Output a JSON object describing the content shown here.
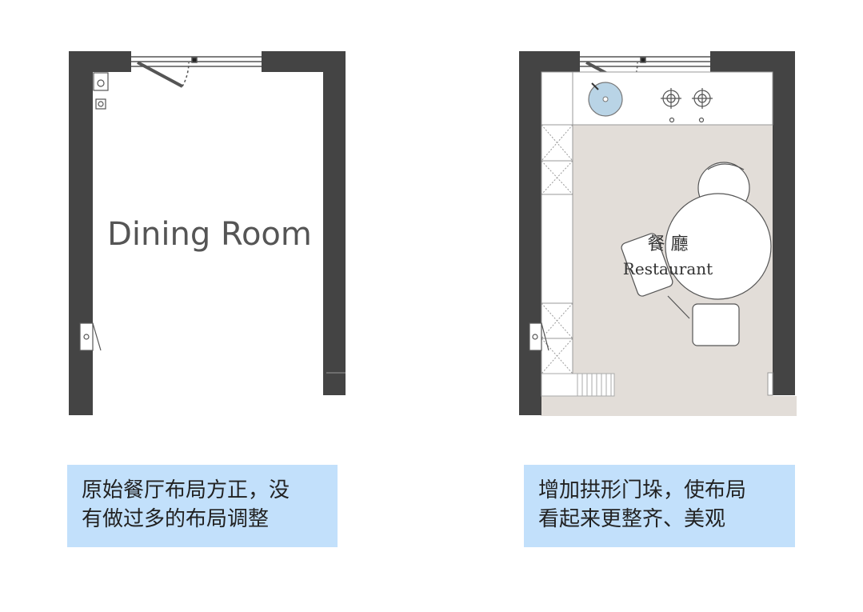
{
  "left_plan": {
    "room_label": "Dining Room"
  },
  "right_plan": {
    "room_label_cn": "餐 廳",
    "room_label_en": "Restaurant"
  },
  "captions": {
    "left": [
      "原始餐厅布局方正，没",
      "有做过多的布局调整"
    ],
    "right": [
      "增加拱形门垛，使布局",
      "看起来更整齐、美观"
    ]
  },
  "colors": {
    "wall": "#444444",
    "floor": "#e2ddd8",
    "caption_bg": "#c2e0fb"
  }
}
